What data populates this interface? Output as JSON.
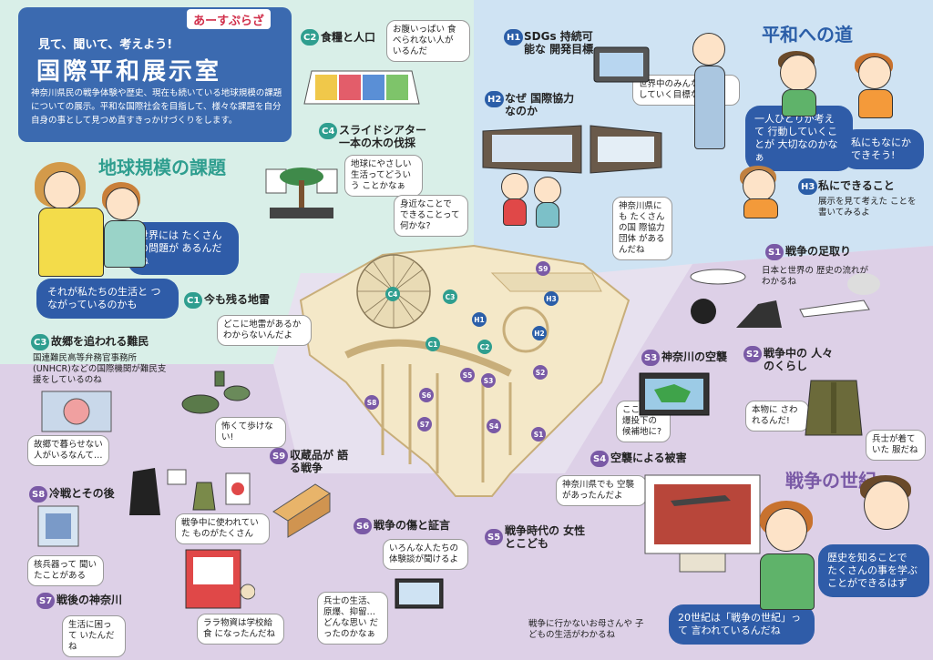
{
  "header": {
    "logo": "あーすぷらざ",
    "tagline": "見て、聞いて、考えよう!",
    "title": "国際平和展示室",
    "description": "神奈川県民の戦争体験や歴史、現在も続いている地球規模の課題についての展示。平和な国際社会を目指して、様々な課題を自分自身の事として見つめ直すきっかけづくりをします。"
  },
  "sections": {
    "global": "地球規模の課題",
    "peace": "平和への道",
    "war": "戦争の世紀"
  },
  "bubbles_blue": {
    "global_1": "世界には たくさんの問題が あるんだね",
    "global_2": "それが私たちの生活と つながっているのかも",
    "peace_1": "一人ひとりが考えて 行動していくことが 大切なのかなぁ",
    "peace_2": "私にもなにか できそう!",
    "war_1": "歴史を知ることで たくさんの事を学ぶ ことができるはず",
    "war_2": "20世紀は「戦争の世紀」って 言われているんだね"
  },
  "exhibits": [
    {
      "code": "C2",
      "title": "食糧と人口",
      "bubble": "お腹いっぱい 食べられない人が いるんだ"
    },
    {
      "code": "C4",
      "title": "スライドシアター 一本の木の伐採",
      "bubble": "地球にやさしい 生活ってどういう ことかなぁ",
      "bubble2": "身近なことで できることって 何かな?"
    },
    {
      "code": "C1",
      "title": "今も残る地雷",
      "bubble": "どこに地雷があるか わからないんだよ",
      "bubble2": "怖くて歩けない!"
    },
    {
      "code": "C3",
      "title": "故郷を追われる難民",
      "note": "国連難民高等弁務官事務所(UNHCR)などの国際機関が難民支援をしているのね",
      "bubble": "故郷で暮らせない 人がいるなんて…"
    },
    {
      "code": "H1",
      "title": "SDGs 持続可能な 開発目標",
      "bubble": "世界中のみんなで達成 していく目標なんだね"
    },
    {
      "code": "H2",
      "title": "なぜ 国際協力なのか",
      "bubble": "神奈川県にも たくさんの国 際協力団体 があるんだね"
    },
    {
      "code": "H3",
      "title": "私にできること",
      "note": "展示を見て考えた ことを書いてみるよ"
    },
    {
      "code": "S1",
      "title": "戦争の足取り",
      "note": "日本と世界の 歴史の流れがわかるね"
    },
    {
      "code": "S2",
      "title": "戦争中の 人々のくらし",
      "bubble": "本物に さわれるんだ!",
      "bubble2": "兵士が着ていた 服だね"
    },
    {
      "code": "S3",
      "title": "神奈川の空襲",
      "bubble": "ここが 原爆投下の 候補地に?"
    },
    {
      "code": "S4",
      "title": "空襲による被害",
      "bubble": "神奈川県でも 空襲があったんだよ"
    },
    {
      "code": "S5",
      "title": "戦争時代の 女性とこども",
      "note": "戦争に行かないお母さんや 子どもの生活がわかるね"
    },
    {
      "code": "S6",
      "title": "戦争の傷と証言",
      "bubble": "いろんな人たちの 体験談が聞けるよ",
      "bubble2": "兵士の生活、 原爆、抑留… どんな思い だったのかなぁ"
    },
    {
      "code": "S7",
      "title": "戦後の神奈川",
      "bubble": "生活に困って いたんだね",
      "bubble2": "ララ物資は学校給食 になったんだね"
    },
    {
      "code": "S8",
      "title": "冷戦とその後",
      "bubble": "核兵器って 聞いたことがある"
    },
    {
      "code": "S9",
      "title": "収蔵品が 語る戦争",
      "bubble": "戦争中に使われていた ものがたくさん"
    }
  ],
  "map_nodes": [
    "C4",
    "C3",
    "H3",
    "H1",
    "H2",
    "C1",
    "C2",
    "S9",
    "S5",
    "S3",
    "S2",
    "S6",
    "S8",
    "S7",
    "S4",
    "S1"
  ],
  "colors": {
    "teal_bg": "#d9efe8",
    "blue_bg": "#cfe3f3",
    "purple_bg": "#ddd0e7",
    "header": "#3b6ab0"
  }
}
